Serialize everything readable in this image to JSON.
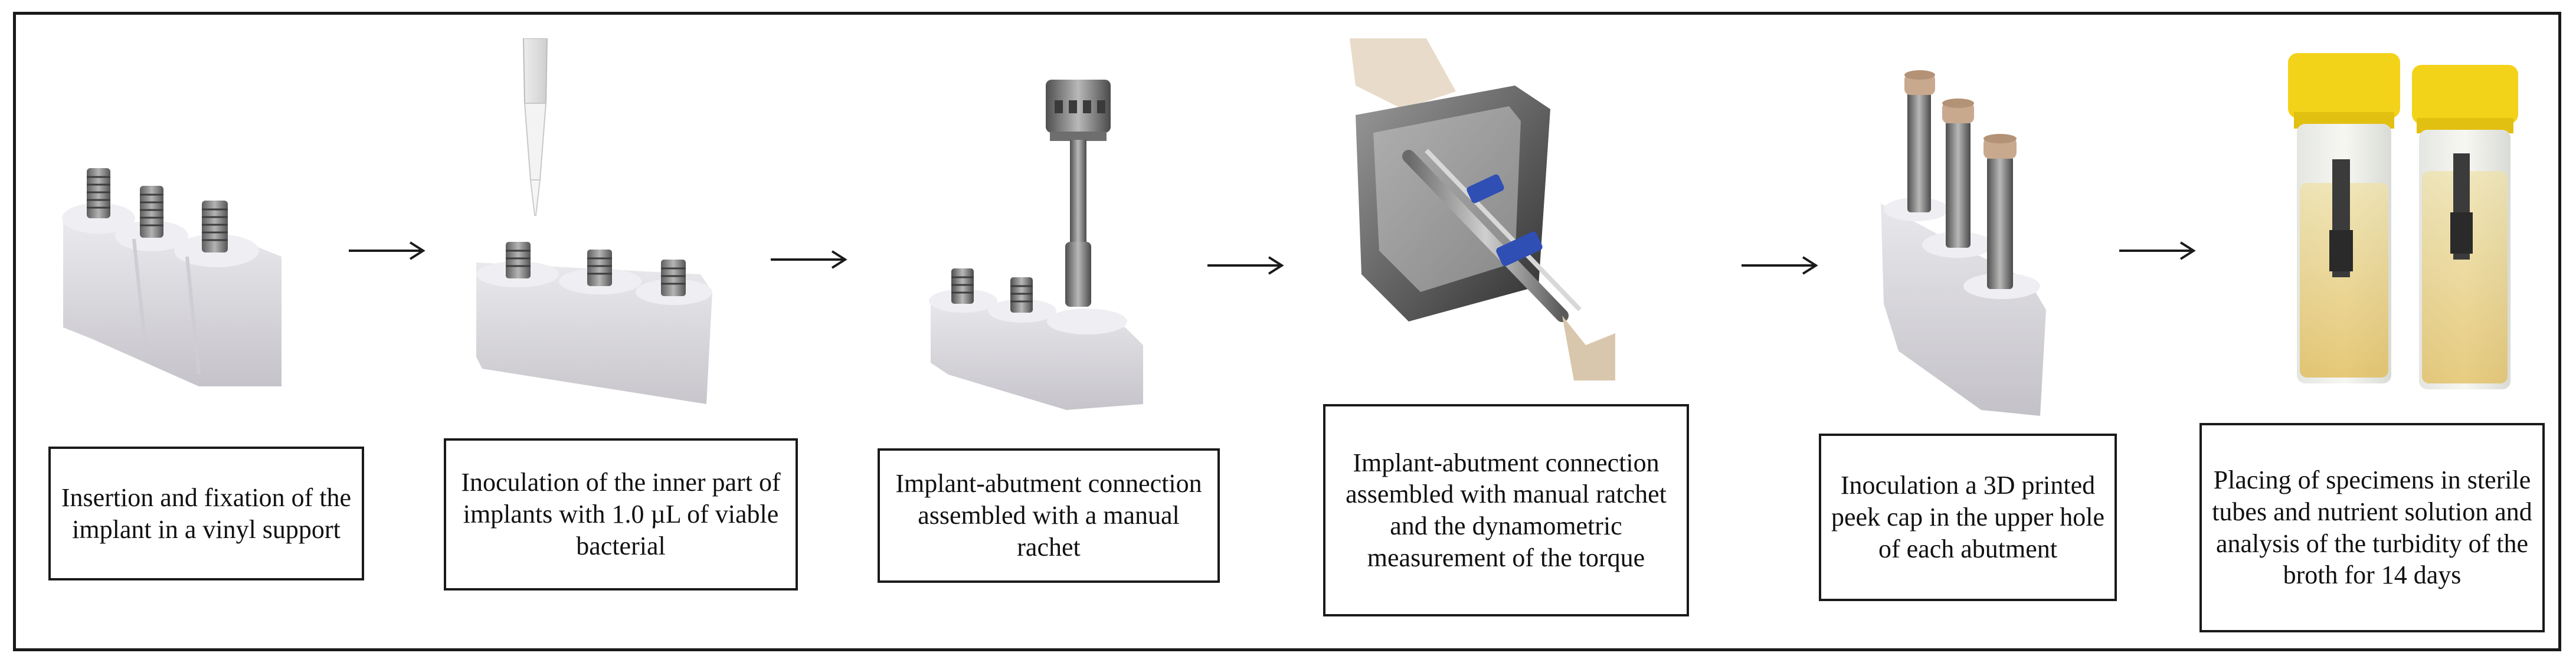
{
  "steps": [
    {
      "caption": "Insertion and fixation of the implant in a vinyl support",
      "photo": "implants-in-vinyl-support"
    },
    {
      "caption": "Inoculation of the inner part of implants with 1.0 µL of viable bacterial",
      "photo": "pipette-inoculating-implants"
    },
    {
      "caption": "Implant-abutment connection assembled with a manual rachet",
      "photo": "manual-rachet-assembly"
    },
    {
      "caption": "Implant-abutment connection assembled with manual ratchet and the dynamometric measurement of the torque",
      "photo": "torque-dynamometer-measurement"
    },
    {
      "caption": "Inoculation a 3D printed peek cap in the upper hole of each abutment",
      "photo": "peek-caps-on-abutments"
    },
    {
      "caption": "Placing of specimens in sterile tubes and nutrient solution and analysis of the turbidity of the broth for 14 days",
      "photo": "specimen-tubes-with-broth"
    }
  ],
  "colors": {
    "border": "#1a1a1a",
    "vinyl": "#d9d7dc",
    "metal": "#8c8c8c",
    "cap_yellow": "#f3d21a",
    "broth": "#e8c561",
    "glove": "#e9dbc9",
    "blue_clip": "#2f4fb5",
    "peek": "#c9a98e"
  }
}
